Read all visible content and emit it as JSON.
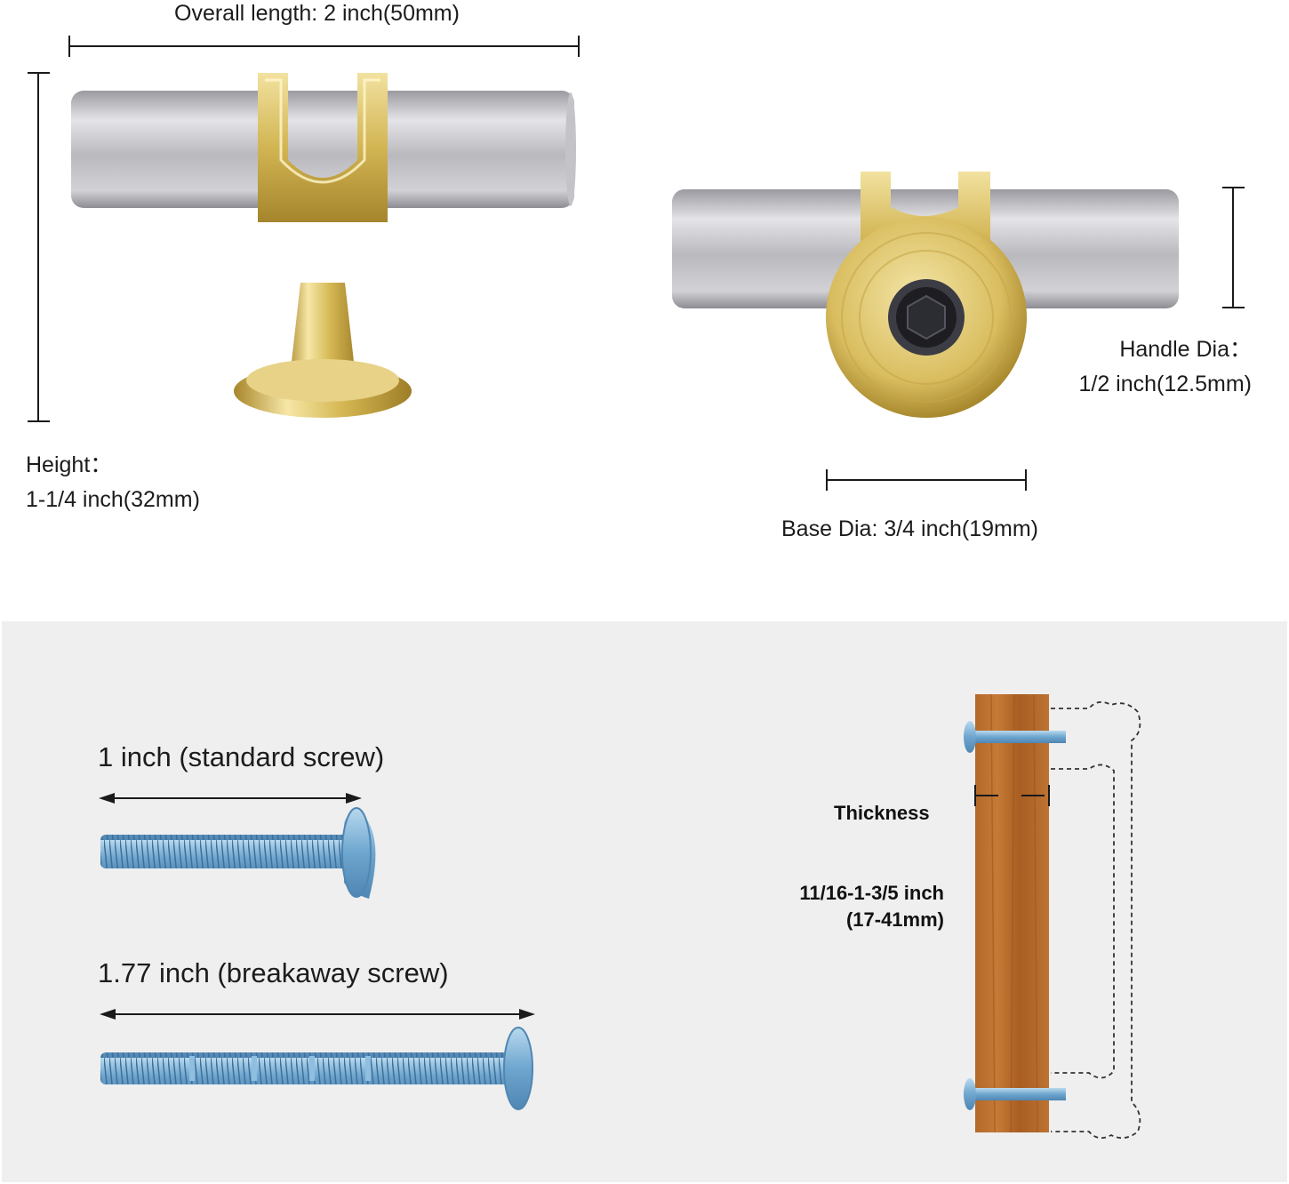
{
  "top": {
    "overall_length": "Overall length: 2 inch(50mm)",
    "height_label": "Height：",
    "height_value": "1-1/4 inch(32mm)",
    "handle_dia_label": "Handle Dia：",
    "handle_dia_value": "1/2 inch(12.5mm)",
    "base_dia": "Base Dia: 3/4 inch(19mm)"
  },
  "bottom": {
    "standard_screw": "1 inch (standard screw)",
    "breakaway_screw": "1.77 inch (breakaway screw)",
    "thickness_label": "Thickness",
    "thickness_value_line1": "11/16-1-3/5 inch",
    "thickness_value_line2": "(17-41mm)"
  },
  "colors": {
    "chrome": "#b8b8bc",
    "brass": "#d9c06a",
    "wood": "#b0652a",
    "screw": "#7fb3d6",
    "panel_bg": "#efefef",
    "dimension_line": "#1a1a1a"
  }
}
